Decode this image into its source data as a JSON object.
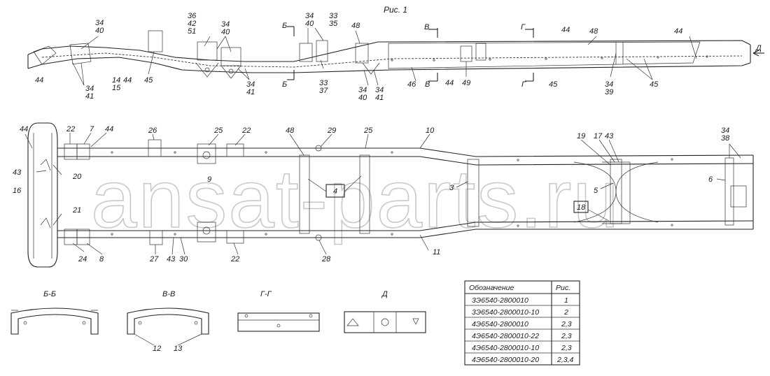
{
  "figure_title": "Рис. 1",
  "watermark": "ansat-parts.ru",
  "corner_mark": "",
  "side_view": {
    "labels": [
      {
        "id": "sv-34-40-a",
        "text": "34\n40"
      },
      {
        "id": "sv-36-42-51",
        "text": "36\n42\n51"
      },
      {
        "id": "sv-34-40-b",
        "text": "34\n40"
      },
      {
        "id": "sv-34-40-c",
        "text": "34\n40"
      },
      {
        "id": "sv-33-35",
        "text": "33\n35"
      },
      {
        "id": "sv-48-a",
        "text": "48"
      },
      {
        "id": "sv-44-a",
        "text": "44"
      },
      {
        "id": "sv-48-b",
        "text": "48"
      },
      {
        "id": "sv-44-b",
        "text": "44"
      },
      {
        "id": "sv-44-left",
        "text": "44"
      },
      {
        "id": "sv-34-41-a",
        "text": "34\n41"
      },
      {
        "id": "sv-14-15",
        "text": "14\n15"
      },
      {
        "id": "sv-44-c",
        "text": "44"
      },
      {
        "id": "sv-45-a",
        "text": "45"
      },
      {
        "id": "sv-34-41-b",
        "text": "34\n41"
      },
      {
        "id": "sv-33-37",
        "text": "33\n37"
      },
      {
        "id": "sv-34-40-d",
        "text": "34\n40"
      },
      {
        "id": "sv-34-41-c",
        "text": "34\n41"
      },
      {
        "id": "sv-46",
        "text": "46"
      },
      {
        "id": "sv-44-d",
        "text": "44"
      },
      {
        "id": "sv-49",
        "text": "49"
      },
      {
        "id": "sv-45-b",
        "text": "45"
      },
      {
        "id": "sv-34-39",
        "text": "34\n39"
      },
      {
        "id": "sv-45-c",
        "text": "45"
      }
    ],
    "section_marks": [
      "Б",
      "Б",
      "В",
      "В",
      "Г",
      "Г",
      "Д"
    ]
  },
  "plan_view": {
    "labels": [
      {
        "id": "pv-44-a",
        "text": "44"
      },
      {
        "id": "pv-22-a",
        "text": "22"
      },
      {
        "id": "pv-7",
        "text": "7"
      },
      {
        "id": "pv-44-b",
        "text": "44"
      },
      {
        "id": "pv-26",
        "text": "26"
      },
      {
        "id": "pv-25-a",
        "text": "25"
      },
      {
        "id": "pv-22-b",
        "text": "22"
      },
      {
        "id": "pv-48",
        "text": "48"
      },
      {
        "id": "pv-29",
        "text": "29"
      },
      {
        "id": "pv-25-b",
        "text": "25"
      },
      {
        "id": "pv-10",
        "text": "10"
      },
      {
        "id": "pv-19",
        "text": "19"
      },
      {
        "id": "pv-17",
        "text": "17"
      },
      {
        "id": "pv-43-a",
        "text": "43"
      },
      {
        "id": "pv-34-38",
        "text": "34\n38"
      },
      {
        "id": "pv-43-b",
        "text": "43"
      },
      {
        "id": "pv-20",
        "text": "20"
      },
      {
        "id": "pv-9",
        "text": "9"
      },
      {
        "id": "pv-4",
        "text": "4"
      },
      {
        "id": "pv-3",
        "text": "3"
      },
      {
        "id": "pv-5",
        "text": "5"
      },
      {
        "id": "pv-6",
        "text": "6"
      },
      {
        "id": "pv-16",
        "text": "16"
      },
      {
        "id": "pv-18",
        "text": "18"
      },
      {
        "id": "pv-21",
        "text": "21"
      },
      {
        "id": "pv-11",
        "text": "11"
      },
      {
        "id": "pv-24",
        "text": "24"
      },
      {
        "id": "pv-8",
        "text": "8"
      },
      {
        "id": "pv-27",
        "text": "27"
      },
      {
        "id": "pv-43-c",
        "text": "43"
      },
      {
        "id": "pv-30",
        "text": "30"
      },
      {
        "id": "pv-22-c",
        "text": "22"
      },
      {
        "id": "pv-28",
        "text": "28"
      }
    ]
  },
  "sections": [
    {
      "title": "Б-Б",
      "callouts": []
    },
    {
      "title": "В-В",
      "callouts": [
        "12",
        "13"
      ]
    },
    {
      "title": "Г-Г",
      "callouts": []
    },
    {
      "title": "Д",
      "callouts": []
    }
  ],
  "table": {
    "headers": [
      "Обозначение",
      "Рис."
    ],
    "rows": [
      [
        "3Э6540-2800010",
        "1"
      ],
      [
        "3Э6540-2800010-10",
        "2"
      ],
      [
        "4Э6540-2800010",
        "2,3"
      ],
      [
        "4Э6540-2800010-22",
        "2,3"
      ],
      [
        "4Э6540-2800010-10",
        "2,3"
      ],
      [
        "4Э6540-2800010-20",
        "2,3,4"
      ]
    ]
  }
}
